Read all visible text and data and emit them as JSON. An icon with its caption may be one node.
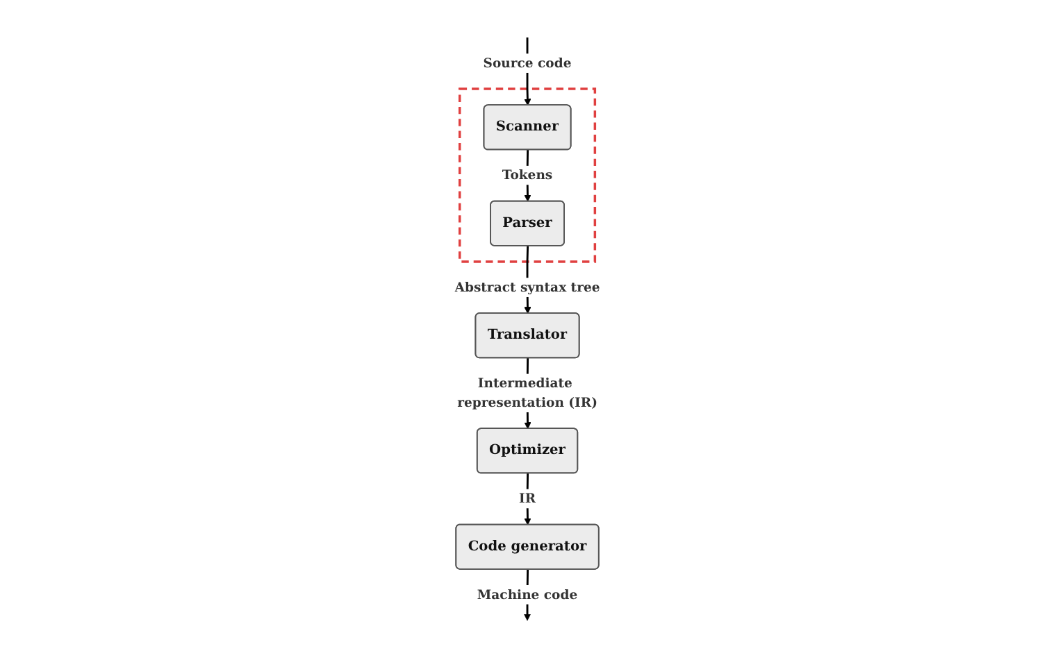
{
  "diagram": {
    "nodes": [
      {
        "text": [],
        "shape": "box"
      },
      {
        "text": [
          "Scanner"
        ],
        "in": 0
      },
      {
        "text": [
          "Parser"
        ],
        "in": 0
      },
      {
        "text": [
          "Translator"
        ]
      },
      {
        "text": [
          "Optimizer"
        ]
      },
      {
        "text": [
          "Code generator"
        ]
      }
    ],
    "edges": [
      {
        "from": null,
        "to": 1,
        "arrow": "to",
        "label": "Source code"
      },
      {
        "from": 1,
        "to": 2,
        "arrow": "to",
        "label": "Tokens"
      },
      {
        "from": 2,
        "to": 3,
        "arrow": "to",
        "label": "Abstract syntax tree"
      },
      {
        "from": 3,
        "to": 4,
        "arrow": "to",
        "label": "Intermediate representation (IR)"
      },
      {
        "from": 4,
        "to": 5,
        "arrow": "to",
        "label": "IR"
      },
      {
        "from": 5,
        "to": null,
        "arrow": "to",
        "label": "Machine code"
      }
    ]
  }
}
